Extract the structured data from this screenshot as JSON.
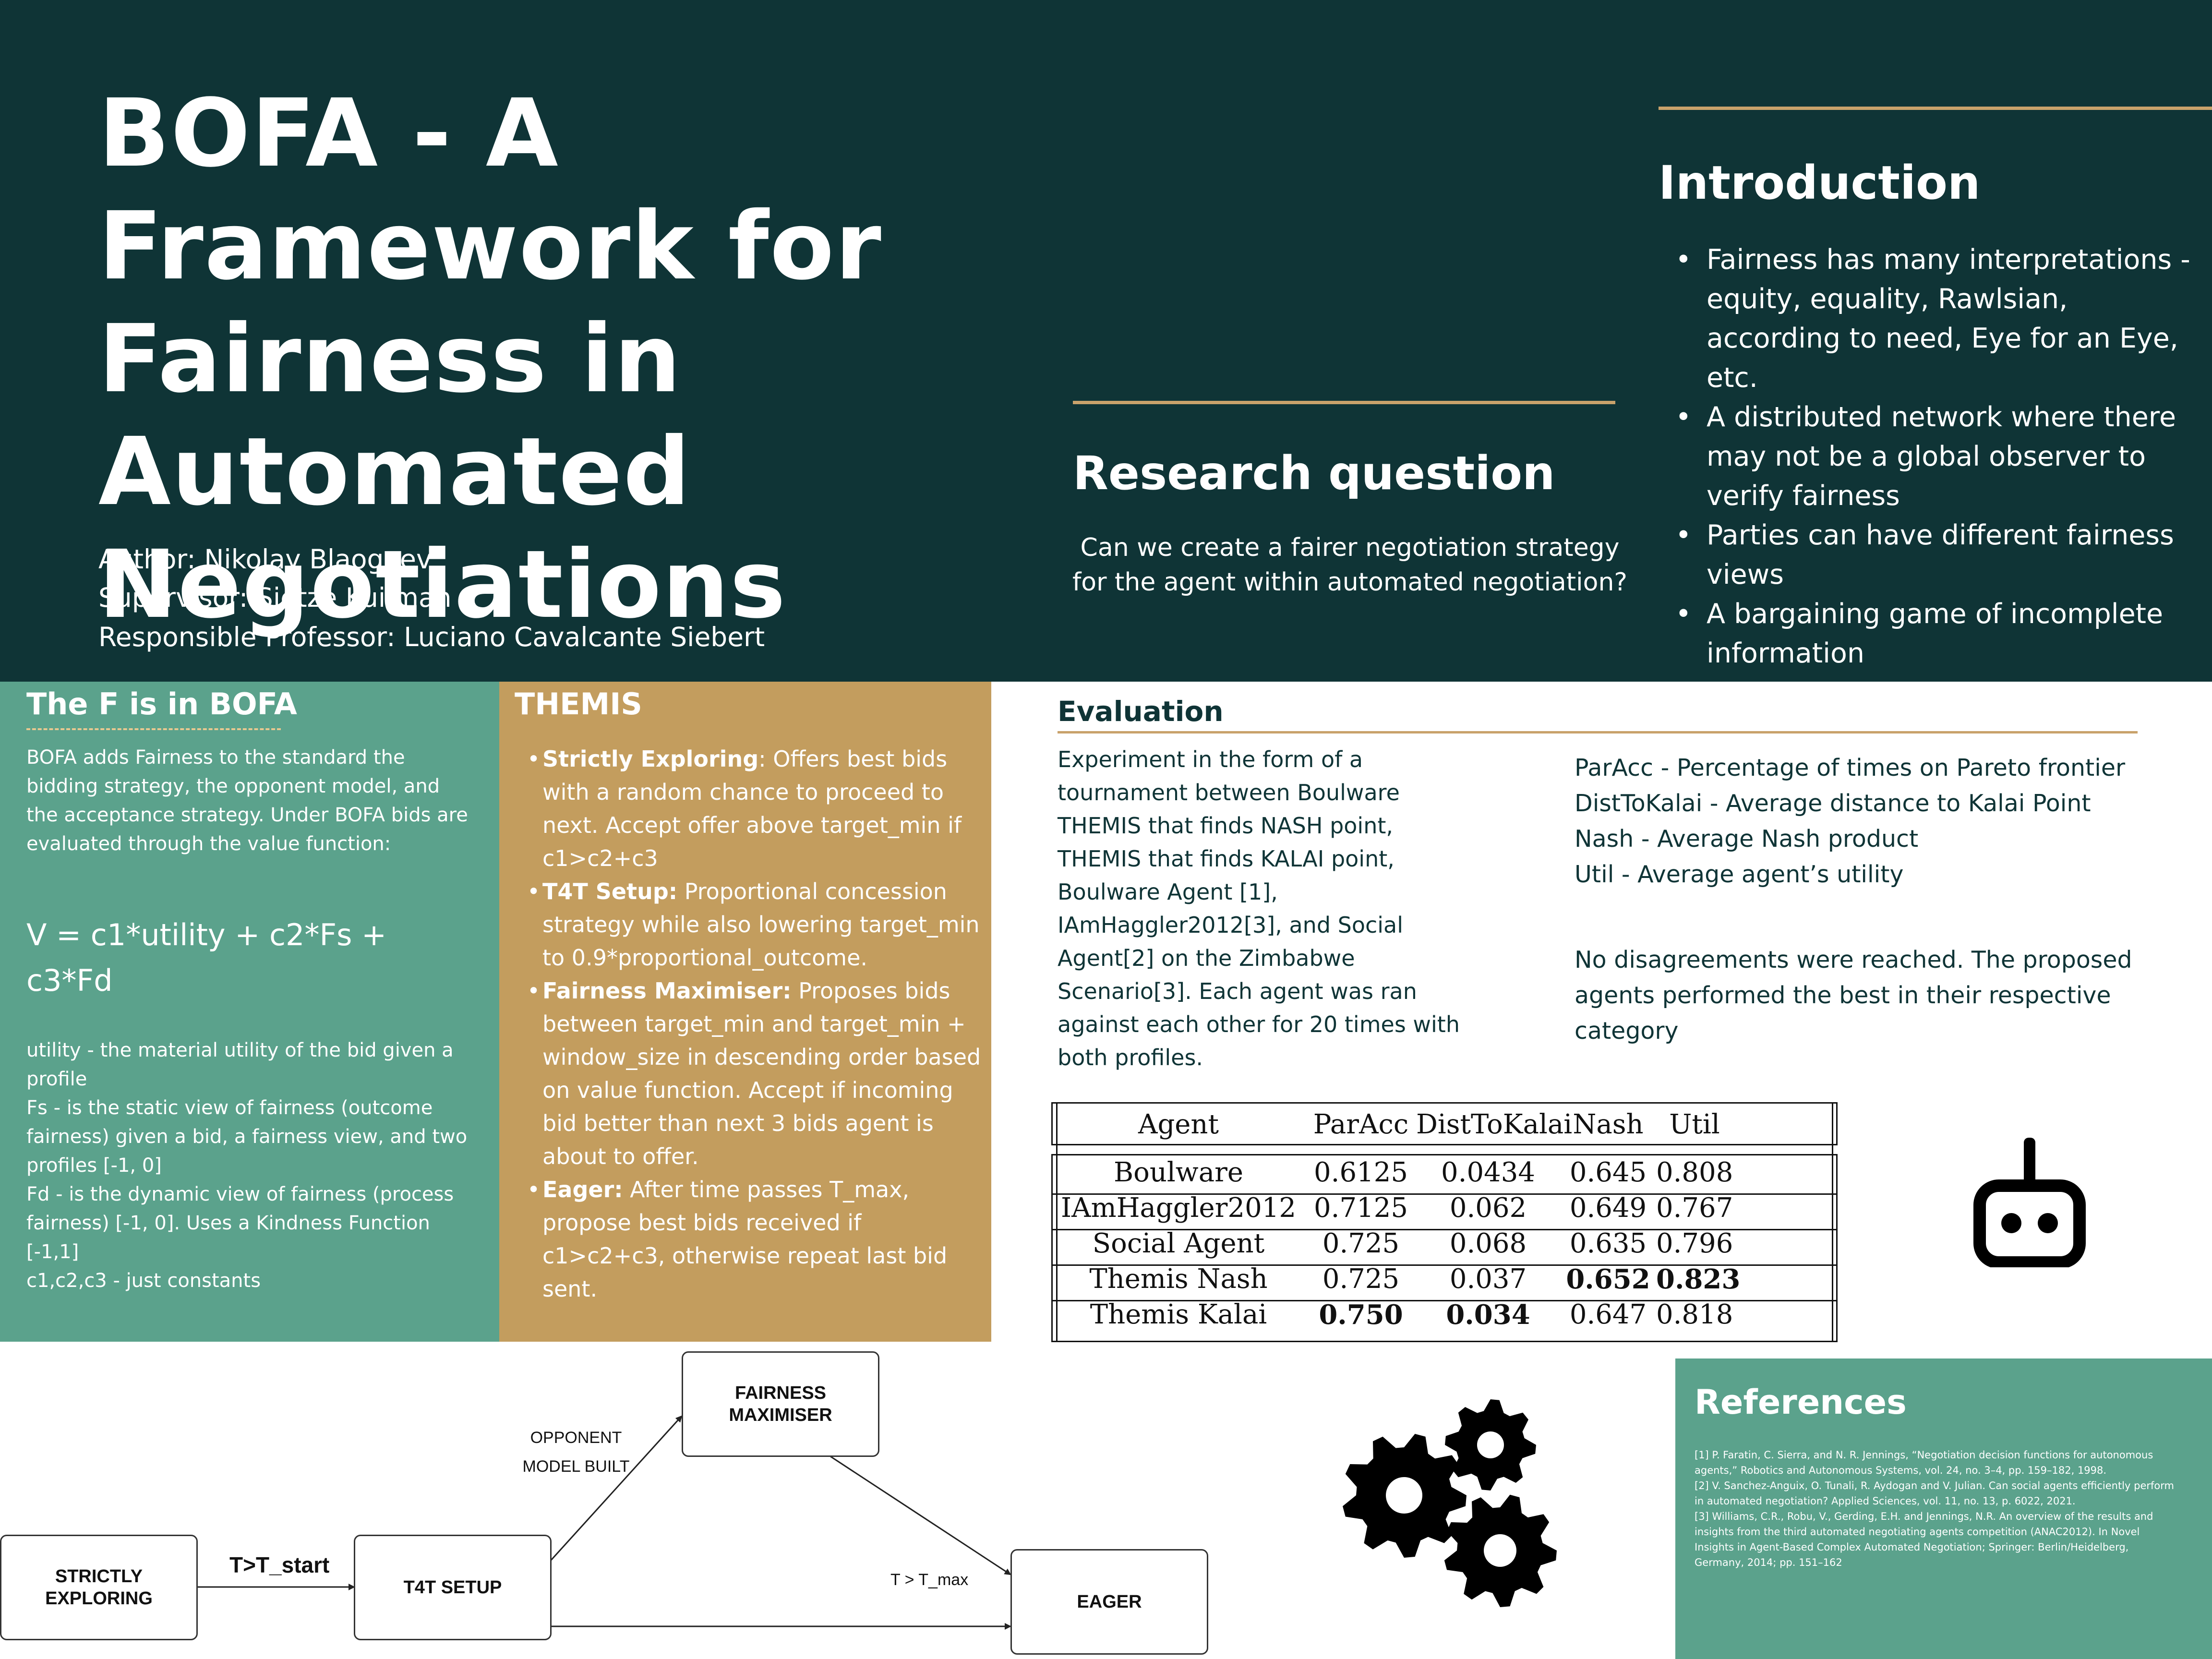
{
  "header": {
    "title": "BOFA - A Framework for Fairness in Automated Negotiations",
    "author": "Author: Nikolay Blaogoev",
    "supervisor": "Supervisor: Sietze Kuilman",
    "professor": "Responsible Professor: Luciano Cavalcante Siebert"
  },
  "research_question": {
    "heading": "Research question",
    "text": "Can we create a fairer negotiation strategy for the agent within automated negotiation?"
  },
  "introduction": {
    "heading": "Introduction",
    "items": [
      "Fairness has many interpretations - equity, equality, Rawlsian, according to need, Eye for an Eye, etc.",
      "A distributed network where there may not be a global observer to verify fairness",
      "Parties can have different fairness views",
      "A bargaining game of incomplete information"
    ]
  },
  "bofa": {
    "heading": "The F is in BOFA",
    "intro": "BOFA adds Fairness to the standard the bidding strategy, the opponent model, and the acceptance strategy. Under BOFA bids are evaluated through the value function:",
    "formula": "V = c1*utility + c2*Fs + c3*Fd",
    "definitions": [
      "utility - the material utility of the bid given a profile",
      "Fs - is the static view of fairness (outcome fairness) given a bid, a fairness view, and two profiles [-1, 0]",
      "Fd - is the dynamic view of fairness (process fairness) [-1, 0]. Uses a Kindness Function [-1,1]",
      "c1,c2,c3 - just constants"
    ]
  },
  "themis": {
    "heading": "THEMIS",
    "items": [
      {
        "name": "Strictly Exploring",
        "sep": ": ",
        "text": "Offers best bids with a random chance to proceed to next. Accept offer above target_min if c1>c2+c3"
      },
      {
        "name": "T4T Setup:",
        "sep": " ",
        "text": "Proportional concession strategy while also lowering target_min to 0.9*proportional_outcome."
      },
      {
        "name": "Fairness Maximiser:",
        "sep": " ",
        "text": "Proposes bids between target_min and target_min + window_size in descending order based on value function. Accept if incoming bid better than next 3 bids agent is about to offer."
      },
      {
        "name": "Eager:",
        "sep": " ",
        "text": "After time passes T_max, propose best bids received if c1>c2+c3, otherwise repeat last bid sent."
      }
    ]
  },
  "evaluation": {
    "heading": "Evaluation",
    "text": "Experiment in the form of a tournament between Boulware THEMIS that finds NASH point, THEMIS that finds KALAI point, Boulware Agent [1], IAmHaggler2012[3], and Social Agent[2] on the Zimbabwe Scenario[3]. Each agent was ran against each other for 20 times with both profiles.",
    "definitions": [
      "ParAcc - Percentage of times on Pareto frontier",
      "DistToKalai - Average distance to Kalai Point",
      "Nash - Average Nash product",
      "Util - Average agent’s utility"
    ],
    "result": "No disagreements were reached. The proposed agents performed the best in their respective category",
    "table": {
      "headers": [
        "Agent",
        "ParAcc",
        "DistToKalai",
        "Nash",
        "Util"
      ],
      "rows": [
        [
          "Boulware",
          "0.6125",
          "0.0434",
          "0.645",
          "0.808"
        ],
        [
          "IAmHaggler2012",
          "0.7125",
          "0.062",
          "0.649",
          "0.767"
        ],
        [
          "Social Agent",
          "0.725",
          "0.068",
          "0.635",
          "0.796"
        ],
        [
          "Themis Nash",
          "0.725",
          "0.037",
          "0.652",
          "0.823"
        ],
        [
          "Themis Kalai",
          "0.750",
          "0.034",
          "0.647",
          "0.818"
        ]
      ],
      "bold_cells": [
        [
          3,
          3
        ],
        [
          3,
          4
        ],
        [
          4,
          1
        ],
        [
          4,
          2
        ]
      ]
    }
  },
  "flow": {
    "states": [
      "STRICTLY EXPLORING",
      "T4T SETUP",
      "FAIRNESS MAXIMISER",
      "EAGER"
    ],
    "edge_start": "T>T_start",
    "edge_opponent": "OPPONENT MODEL BUILT",
    "edge_max": "T > T_max"
  },
  "icons": [
    "robot-icon",
    "gears-icon"
  ],
  "references": {
    "heading": "References",
    "items": [
      "[1] P. Faratin, C. Sierra, and N. R. Jennings, “Negotiation decision functions for autonomous agents,” Robotics and Autonomous Systems, vol. 24, no. 3–4, pp. 159–182, 1998.",
      "[2] V. Sanchez-Anguix, O. Tunali, R. Aydogan and V. Julian. Can social agents efficiently perform in automated negotiation? Applied Sciences, vol. 11, no. 13, p. 6022, 2021.",
      "[3] Williams, C.R., Robu, V., Gerding, E.H. and Jennings, N.R. An overview of the results and insights from the third automated negotiating agents competition (ANAC2012). In Novel Insights in Agent-Based Complex Automated Negotiation; Springer: Berlin/Heidelberg, Germany, 2014; pp. 151–162"
    ]
  },
  "colors": {
    "dark_green": "#0f3436",
    "teal": "#5ba28c",
    "gold": "#c39d5e",
    "rule_gold": "#c9a26b"
  }
}
